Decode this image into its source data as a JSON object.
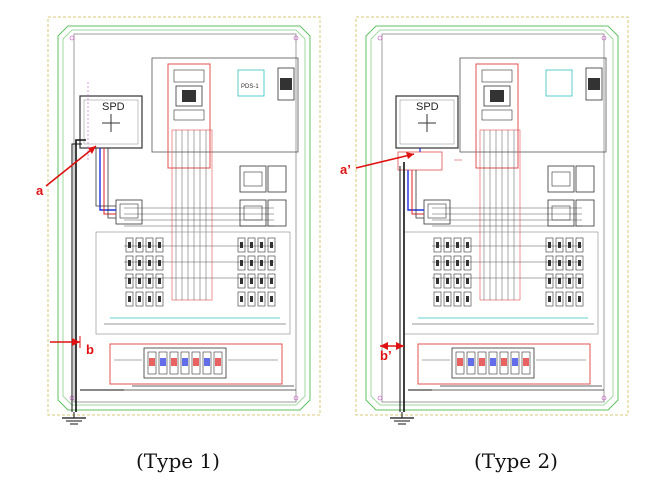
{
  "panels": [
    {
      "id": "type1",
      "caption": "(Type  1)",
      "spd_label": "SPD",
      "callout_top": "a",
      "callout_bottom": "b",
      "top_label": "PDS-1"
    },
    {
      "id": "type2",
      "caption": "(Type  2)",
      "spd_label": "SPD",
      "callout_top": "a’",
      "callout_bottom": "b’",
      "top_label": ""
    }
  ],
  "colors": {
    "callout": "#e01010",
    "dashed_border": "#d8c878",
    "inner_border": "#60c060",
    "cyan": "#30c0c0",
    "red_box": "#e05050",
    "wire_blue": "#2030e0",
    "wire_red": "#e02020",
    "magenta": "#e040e0"
  }
}
